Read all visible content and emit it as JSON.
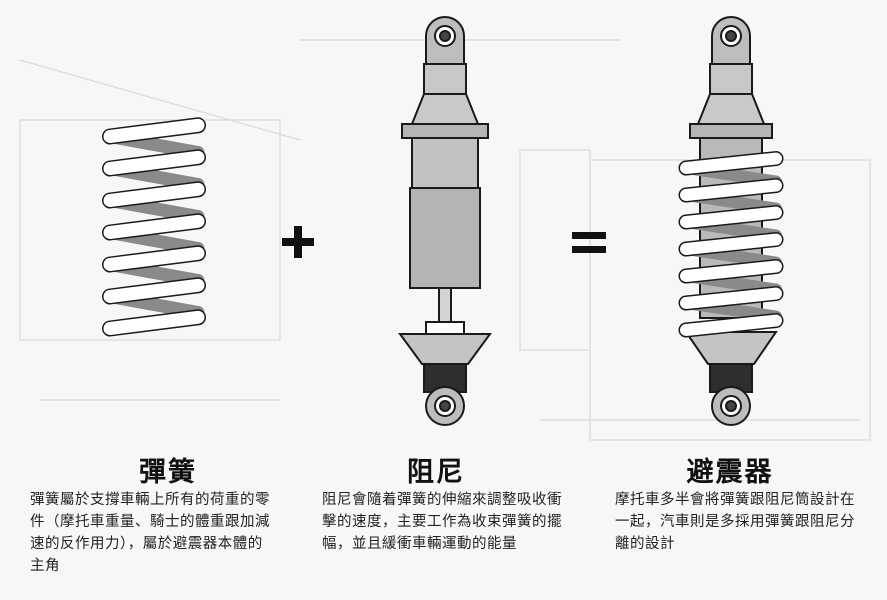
{
  "operators": {
    "plus": "+",
    "equals": "="
  },
  "spring": {
    "title": "彈簧",
    "description": "彈簧屬於支撐車輛上所有的荷重的零件（摩托車重量、騎士的體重跟加減速的反作用力），屬於避震器本體的主角"
  },
  "damper": {
    "title": "阻尼",
    "description": "阻尼會隨着彈簧的伸縮來調整吸收衝擊的速度，主要工作為收束彈簧的擺幅，並且緩衝車輛運動的能量"
  },
  "shock": {
    "title": "避震器",
    "description": "摩托車多半會將彈簧跟阻尼筒設計在一起，汽車則是多採用彈簧跟阻尼分離的設計"
  },
  "colors": {
    "coil_front": "#ffffff",
    "coil_back": "#8a8a8a",
    "body_grey": "#b9b9b9",
    "dark": "#2a2a2a",
    "outline": "#1a1a1a"
  }
}
